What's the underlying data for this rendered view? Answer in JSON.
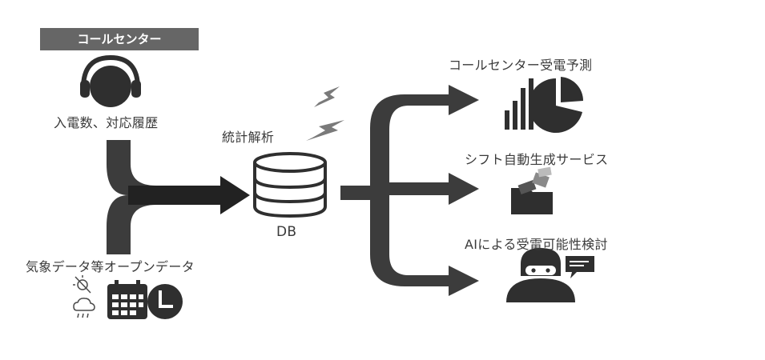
{
  "call_center": {
    "banner": "コールセンター",
    "caption": "入電数、対応履歴"
  },
  "external": {
    "caption": "気象データ等オープンデータ"
  },
  "hub": {
    "process_label": "統計解析",
    "db_label": "DB"
  },
  "outputs": [
    {
      "label": "コールセンター受電予測"
    },
    {
      "label": "シフト自動生成サービス"
    },
    {
      "label": "AIによる受電可能性検討"
    }
  ],
  "colors": {
    "arrow": "#3c3c3c",
    "dark": "#2f2f2f",
    "mid": "#555555",
    "light": "#8a8a8a",
    "banner": "#666666"
  }
}
